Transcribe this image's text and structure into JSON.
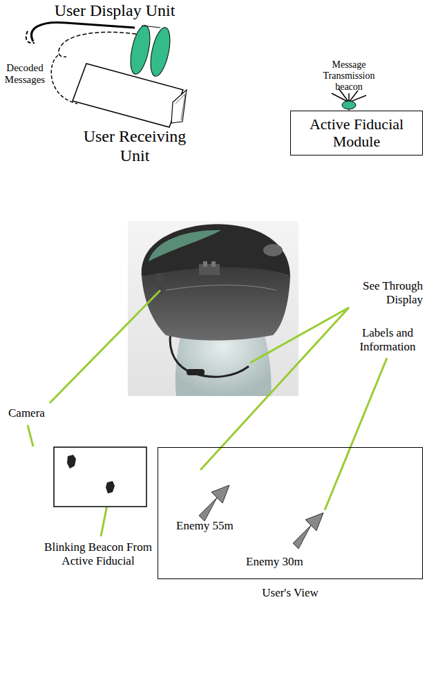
{
  "diagram": {
    "nodes": [
      {
        "text": [
          "Active Fiducial Module"
        ]
      },
      {
        "text": [
          "User Receiving Unit"
        ]
      },
      {
        "text": [
          "Enemy 55m",
          "Enemy 30m",
          "User's View"
        ]
      }
    ],
    "labels": [
      "User Display Unit",
      "Decoded Messages",
      "Message Transmission beacon",
      "Camera",
      "See Through Display",
      "Labels and Information",
      "Blinking Beacon From Active Fiducial"
    ]
  }
}
